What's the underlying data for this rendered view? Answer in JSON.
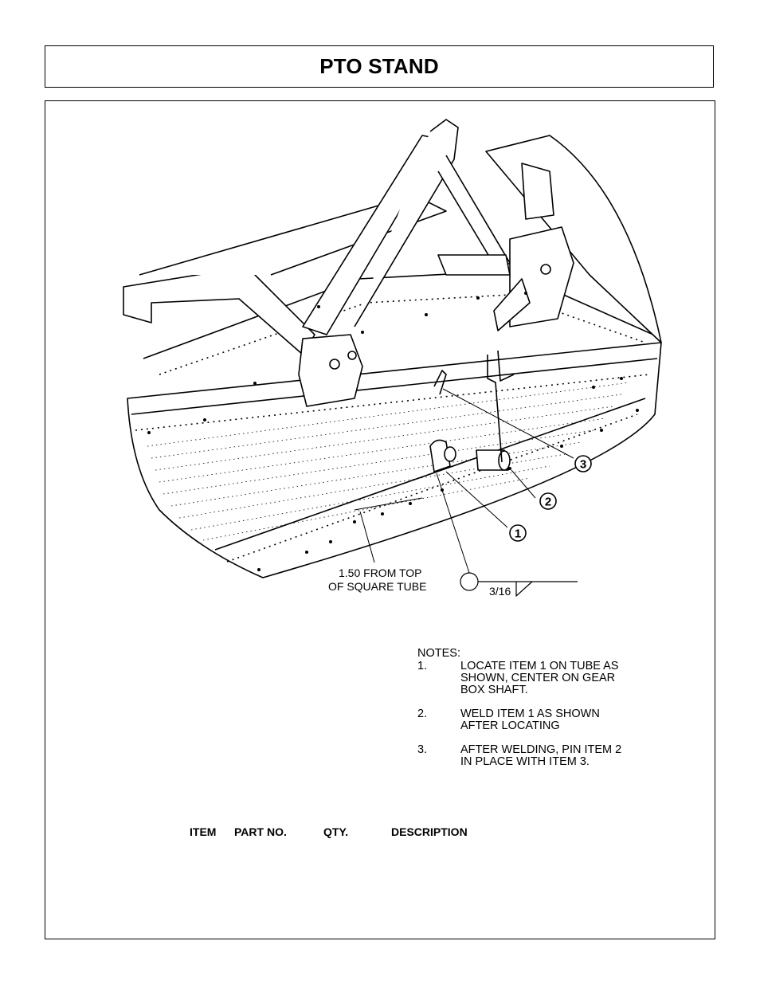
{
  "page": {
    "title": "PTO STAND"
  },
  "drawing": {
    "callouts": [
      "1",
      "2",
      "3"
    ],
    "dimension_label_line1": "1.50 FROM TOP",
    "dimension_label_line2": "OF SQUARE TUBE",
    "weld_size": "3/16"
  },
  "notes": {
    "heading": "NOTES:",
    "items": [
      {
        "num": "1.",
        "text": "LOCATE ITEM 1 ON TUBE AS SHOWN, CENTER ON GEAR BOX SHAFT."
      },
      {
        "num": "2.",
        "text": "WELD ITEM 1 AS SHOWN AFTER LOCATING"
      },
      {
        "num": "3.",
        "text": "AFTER WELDING, PIN ITEM 2 IN PLACE WITH ITEM 3."
      }
    ]
  },
  "parts_table": {
    "headers": [
      "ITEM",
      "PART NO.",
      "QTY.",
      "DESCRIPTION"
    ]
  }
}
